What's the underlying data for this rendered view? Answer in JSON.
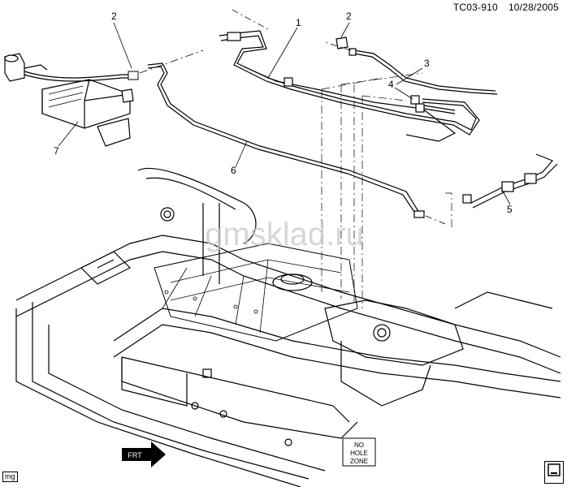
{
  "header": {
    "code": "TC03-910",
    "date": "10/28/2005"
  },
  "callouts": [
    {
      "num": "1"
    },
    {
      "num": "2"
    },
    {
      "num": "2"
    },
    {
      "num": "3"
    },
    {
      "num": "4"
    },
    {
      "num": "5"
    },
    {
      "num": "6"
    },
    {
      "num": "7"
    }
  ],
  "watermark": "gmsklad.ru",
  "placard": [
    "NO",
    "HOLE",
    "ZONE"
  ],
  "front_arrow_label": "FRT",
  "footer_tag": "mg",
  "logo": "GM logo"
}
